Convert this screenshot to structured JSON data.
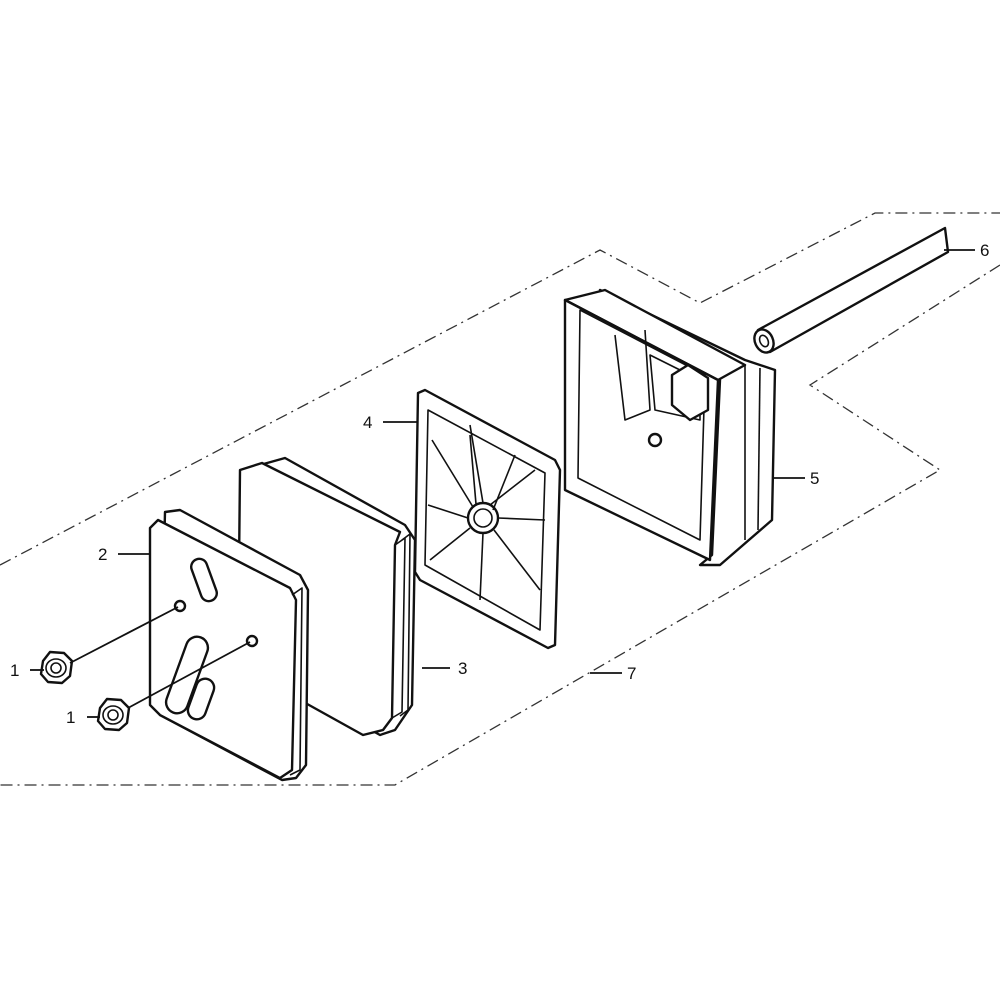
{
  "callouts": {
    "nut_upper": "1",
    "nut_lower": "1",
    "cover": "2",
    "filter_element": "3",
    "filter_support": "4",
    "filter_housing": "5",
    "breather_tube": "6",
    "assembly": "7"
  },
  "colors": {
    "line": "#111111",
    "background": "#ffffff"
  }
}
